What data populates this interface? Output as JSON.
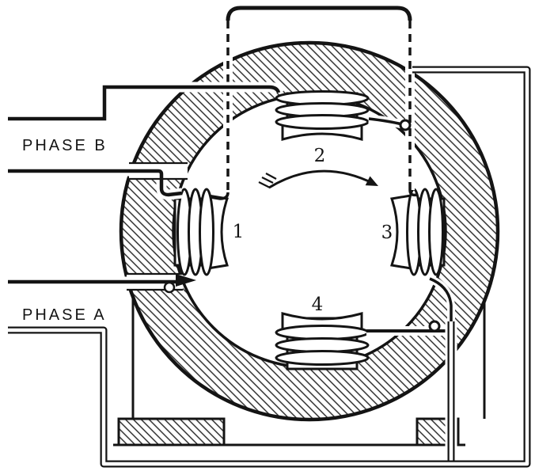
{
  "diagram": {
    "description_type": "two-phase motor stator wiring figure",
    "labels": {
      "phase_b": "PHASE B",
      "phase_a": "PHASE A",
      "pole_left": "1",
      "pole_top": "2",
      "pole_right": "3",
      "pole_bottom": "4"
    },
    "icons": {
      "rotation_arrow": "clockwise-rotation-arrow"
    },
    "colors": {
      "ink": "#141414",
      "paper": "#ffffff"
    }
  }
}
